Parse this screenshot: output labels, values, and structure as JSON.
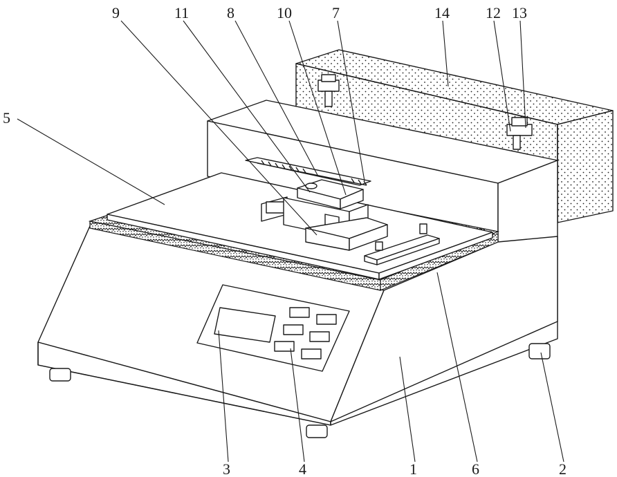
{
  "colors": {
    "line": "#1a1a1a",
    "background": "#ffffff"
  },
  "labels": {
    "n1": "1",
    "n2": "2",
    "n3": "3",
    "n4": "4",
    "n5": "5",
    "n6": "6",
    "n7": "7",
    "n8": "8",
    "n9": "9",
    "n10": "10",
    "n11": "11",
    "n12": "12",
    "n13": "13",
    "n14": "14"
  }
}
